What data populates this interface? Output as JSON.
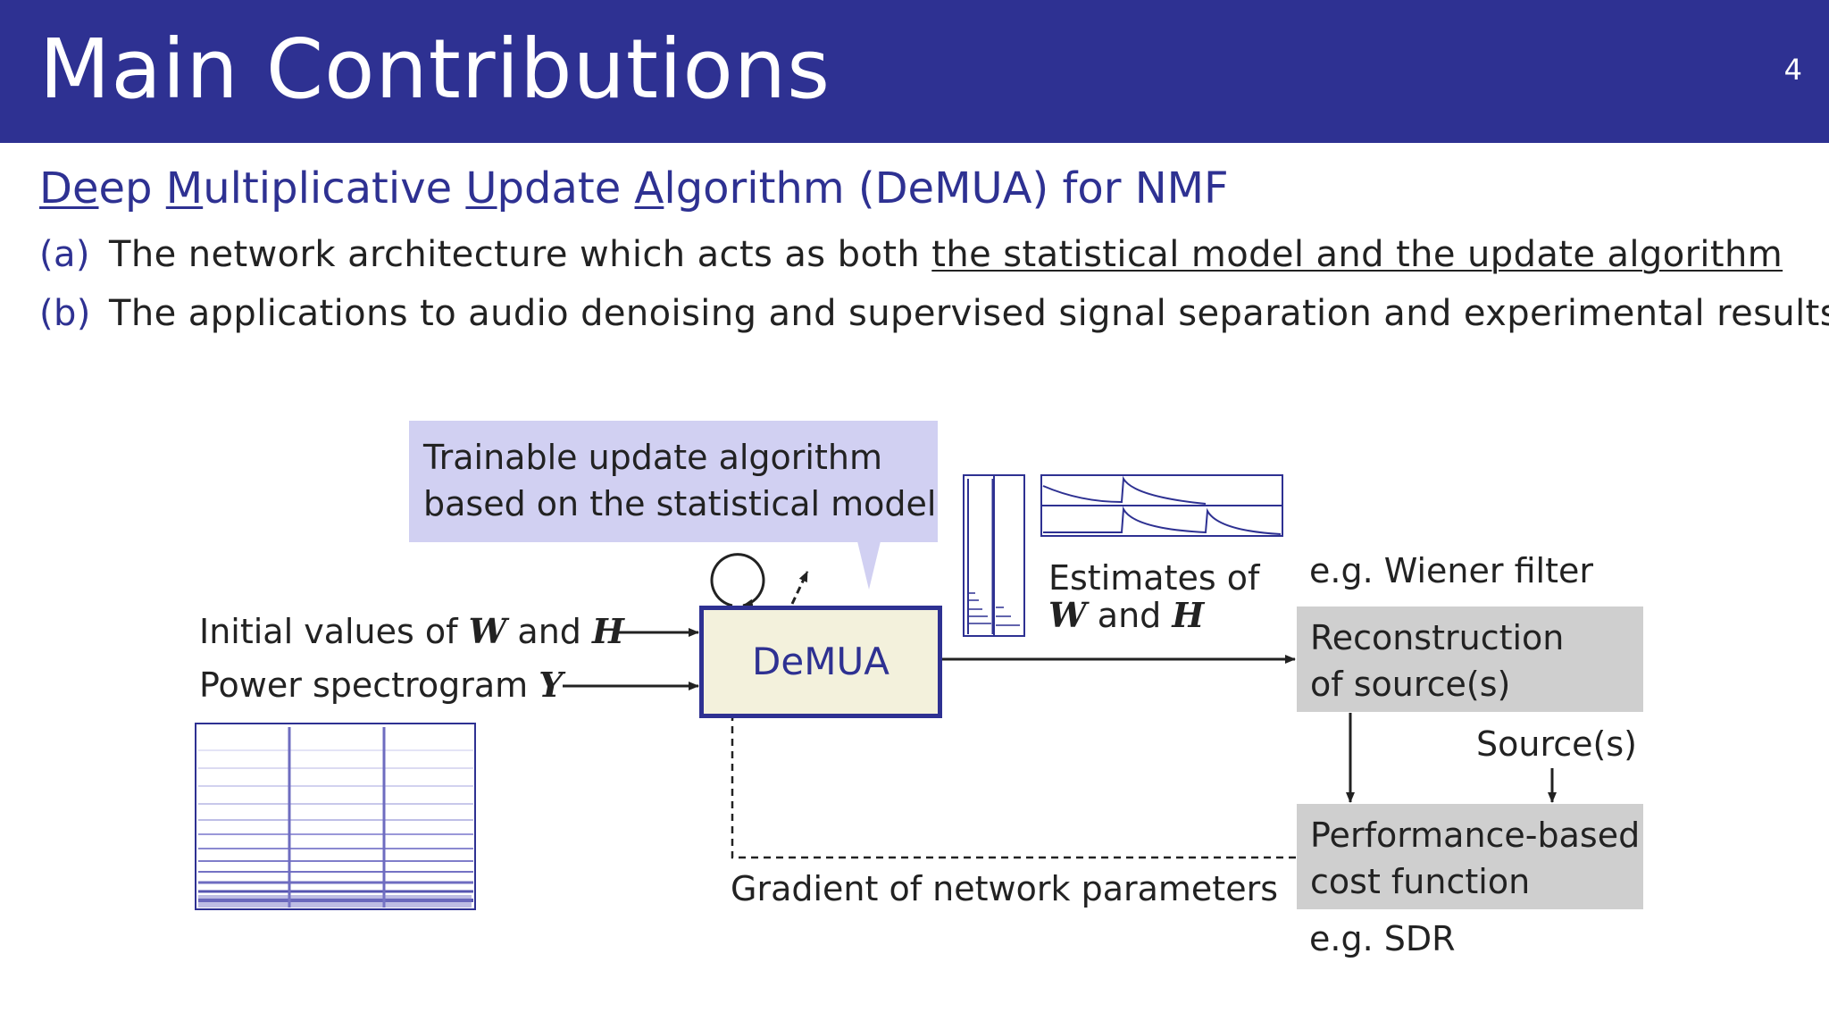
{
  "header": {
    "title": "Main Contributions",
    "page_number": "4"
  },
  "subtitle": {
    "w1_u": "De",
    "w1_rest": "ep",
    "w2_u": "M",
    "w2_rest": "ultiplicative",
    "w3_u": "U",
    "w3_rest": "pdate",
    "w4_u": "A",
    "w4_rest": "lgorithm (DeMUA) for NMF"
  },
  "contributions": [
    {
      "marker": "(a)",
      "text": "The network architecture which acts as both ",
      "underlined": "the statistical model and the update algorithm"
    },
    {
      "marker": "(b)",
      "text": "The applications to audio denoising and supervised signal separation and experimental results"
    }
  ],
  "diagram": {
    "callout_line1": "Trainable update algorithm",
    "callout_line2": "based on the statistical model",
    "init_text": "Initial values of",
    "init_W": "W",
    "init_and": "and",
    "init_H": "H",
    "power_text": "Power spectrogram",
    "power_Y": "Y",
    "demua_label": "DeMUA",
    "estimates_line1": "Estimates of",
    "estimates_W": "W",
    "estimates_and": "and",
    "estimates_H": "H",
    "wiener_label": "e.g. Wiener filter",
    "recon_line1": "Reconstruction",
    "recon_line2": "of source(s)",
    "sources_label": "Source(s)",
    "cost_line1": "Performance-based",
    "cost_line2": "cost function",
    "sdr_label": "e.g. SDR",
    "gradient_label": "Gradient of network parameters"
  },
  "colors": {
    "accent": "#2e3192",
    "callout_bg": "#d1d0f2",
    "demua_bg": "#f3f1dc",
    "gray_box": "#cfcfcf"
  }
}
